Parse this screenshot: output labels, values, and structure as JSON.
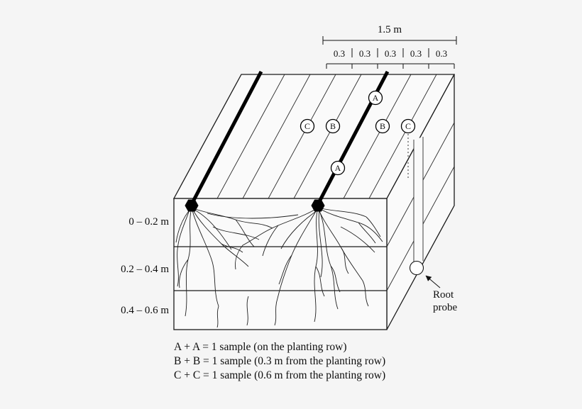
{
  "dimensions": {
    "total": "1.5 m",
    "segments": [
      "0.3",
      "0.3",
      "0.3",
      "0.3",
      "0.3"
    ]
  },
  "depths": [
    "0 – 0.2 m",
    "0.2 – 0.4 m",
    "0.4 – 0.6 m"
  ],
  "samples": [
    "A",
    "C",
    "B",
    "B",
    "C",
    "A"
  ],
  "probe": {
    "line1": "Root",
    "line2": "probe"
  },
  "legend": [
    "A + A = 1 sample (on the planting row)",
    "B + B = 1 sample (0.3 m from the planting row)",
    "C + C = 1 sample (0.6 m from the planting row)"
  ],
  "colors": {
    "ink": "#1a1a1a",
    "background": "#f5f5f5"
  }
}
